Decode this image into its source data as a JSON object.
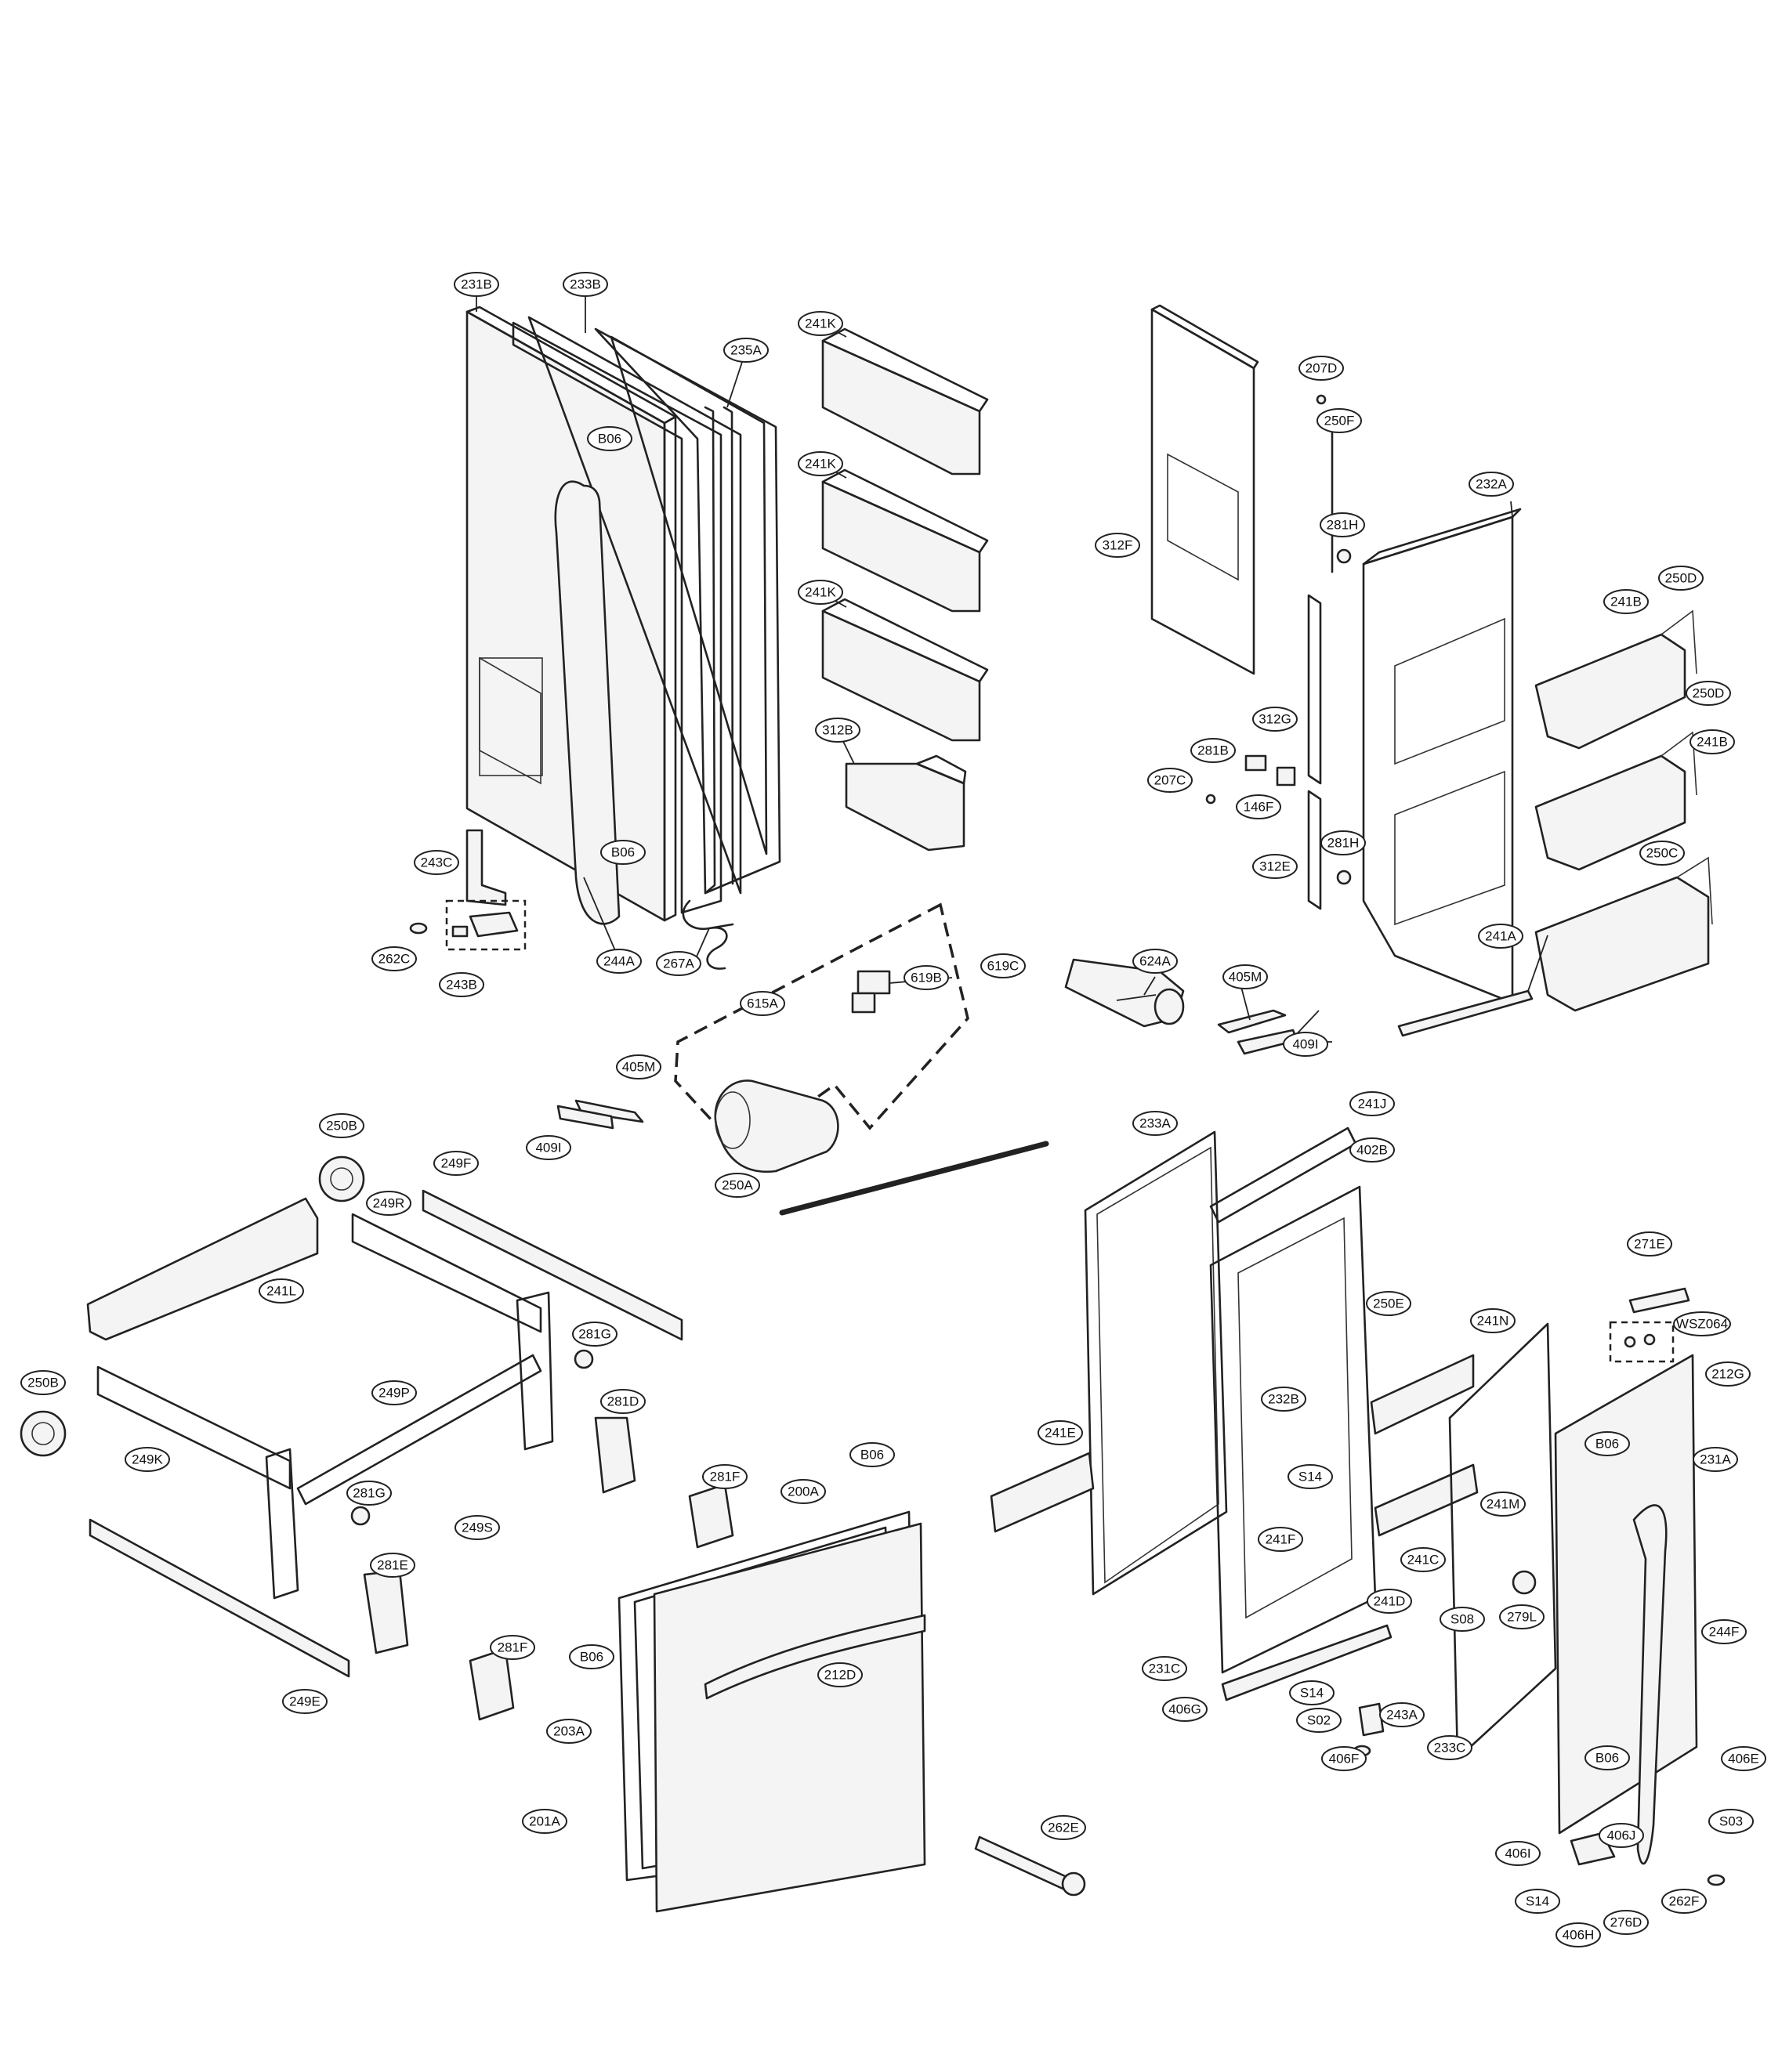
{
  "callouts": [
    "231B",
    "233B",
    "235A",
    "B06",
    "241K",
    "241K",
    "241K",
    "312B",
    "243C",
    "B06",
    "262C",
    "243B",
    "244A",
    "267A",
    "619B",
    "619C",
    "615A",
    "405M",
    "409I",
    "250B",
    "249F",
    "249R",
    "241L",
    "250B",
    "249K",
    "249P",
    "281G",
    "281D",
    "281G",
    "281F",
    "249S",
    "281E",
    "249E",
    "281F",
    "200A",
    "B06",
    "B06",
    "212D",
    "203A",
    "201A",
    "250A",
    "624A",
    "405M",
    "409I",
    "207D",
    "250F",
    "281H",
    "312F",
    "232A",
    "241B",
    "250D",
    "312G",
    "281B",
    "207C",
    "146F",
    "281H",
    "312E",
    "250D",
    "241B",
    "250C",
    "241A",
    "233A",
    "241J",
    "402B",
    "250E",
    "241N",
    "271E",
    "WSZ064",
    "212G",
    "232B",
    "S14",
    "241E",
    "241F",
    "B06",
    "231A",
    "241M",
    "241C",
    "241D",
    "S08",
    "279L",
    "231C",
    "406G",
    "S14",
    "S02",
    "243A",
    "406F",
    "233C",
    "244F",
    "B06",
    "406E",
    "S03",
    "406J",
    "406I",
    "S14",
    "406H",
    "276D",
    "262F",
    "262E"
  ],
  "colors": {
    "line": "#222222",
    "background": "#ffffff"
  }
}
